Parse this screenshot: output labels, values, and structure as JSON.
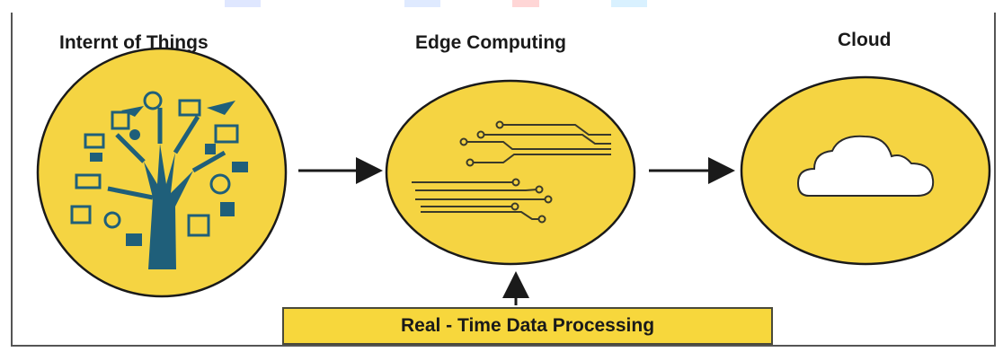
{
  "titles": {
    "iot": "Internt of Things",
    "edge": "Edge Computing",
    "cloud": "Cloud"
  },
  "processing_box": {
    "label": "Real - Time Data Processing"
  },
  "colors": {
    "circle_fill": "#f5d442",
    "stroke": "#1a1a1a",
    "iot_tree": "#1f5f7a",
    "box_fill": "#f7d73c"
  },
  "icons": [
    "iot-tree-icon",
    "circuit-traces-icon",
    "cloud-icon"
  ]
}
